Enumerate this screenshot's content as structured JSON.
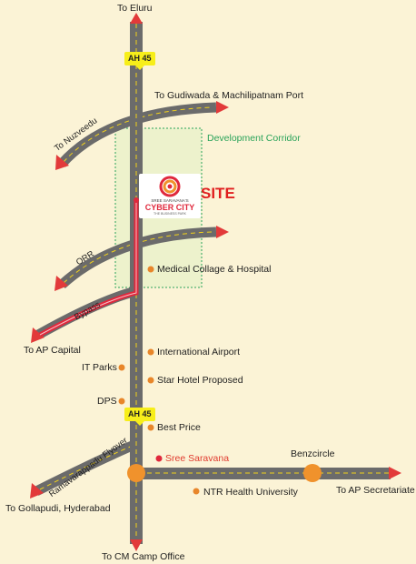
{
  "labels": {
    "to_eluru": "To Eluru",
    "to_gudiwada": "To Gudiwada & Machilipatnam Port",
    "to_nuzveedu": "To Nuzveedu",
    "development_corridor": "Development Corridor",
    "site": "SITE",
    "orr": "ORR",
    "bypass": "Bypass",
    "medical_college": "Medical Collage & Hospital",
    "to_ap_capital": "To AP Capital",
    "international_airport": "International Airport",
    "it_parks": "IT Parks",
    "star_hotel": "Star Hotel Proposed",
    "dps": "DPS",
    "best_price": "Best Price",
    "ramavarappadu_flyover": "Ramavarappadu Flyover",
    "sree_saravana": "Sree Saravana",
    "benzcircle": "Benzcircle",
    "to_gollapudi": "To Gollapudi, Hyderabad",
    "ntr_health": "NTR Health University",
    "to_ap_secretariate": "To AP Secretariate",
    "to_cm_camp": "To CM Camp Office"
  },
  "highway_badges": [
    "AH 45",
    "AH 45"
  ],
  "logo": {
    "line1": "SREE SARAVANA'S",
    "line2": "CYBER CITY",
    "line3": "THE BUSINESS PARK"
  },
  "colors": {
    "background": "#fbf3d6",
    "road": "#6b6b6b",
    "road_center_line": "#f2d21a",
    "site_route": "#e0283c",
    "landmark_dot": "#e8862a",
    "badge": "#f7ee1a",
    "corridor": "#2aa35a",
    "junction": "#f0922c"
  }
}
